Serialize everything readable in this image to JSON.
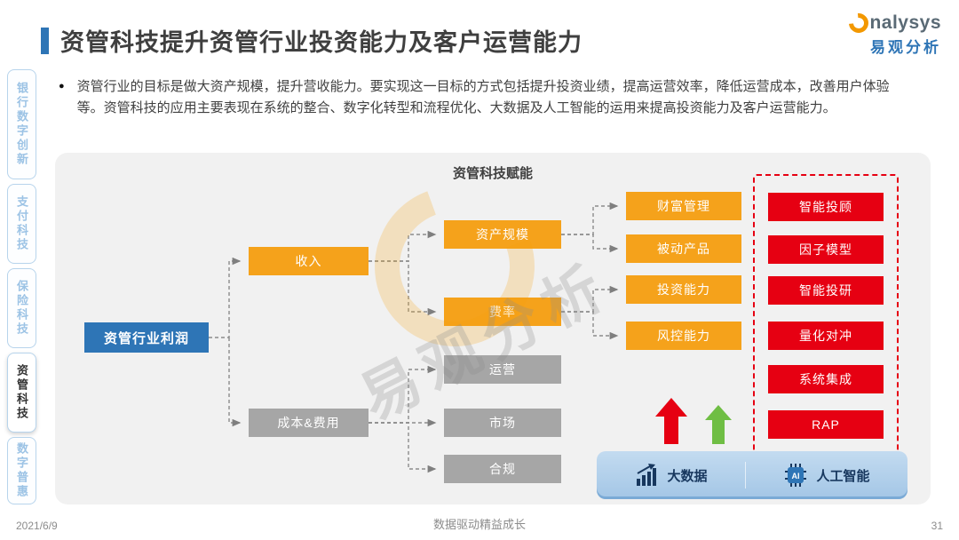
{
  "page": {
    "title": "资管科技提升资管行业投资能力及客户运营能力",
    "bullet_text": "资管行业的目标是做大资产规模，提升营收能力。要实现这一目标的方式包括提升投资业绩，提高运营效率，降低运营成本，改善用户体验等。资管科技的应用主要表现在系统的整合、数字化转型和流程优化、大数据及人工智能的运用来提高投资能力及客户运营能力。"
  },
  "logo": {
    "brand": "nalysys",
    "brand_cn": "易观分析"
  },
  "sidebar": {
    "items": [
      {
        "label": "银行数字创新",
        "active": false
      },
      {
        "label": "支付科技",
        "active": false
      },
      {
        "label": "保险科技",
        "active": false
      },
      {
        "label": "资管科技",
        "active": true
      },
      {
        "label": "数字普惠",
        "active": false
      }
    ]
  },
  "diagram": {
    "title": "资管科技赋能",
    "root": {
      "label": "资管行业利润"
    },
    "income": {
      "label": "收入"
    },
    "cost": {
      "label": "成本&费用"
    },
    "scale": {
      "label": "资产规模"
    },
    "fee": {
      "label": "费率"
    },
    "ops": {
      "label": "运营"
    },
    "market": {
      "label": "市场"
    },
    "compliance": {
      "label": "合规"
    },
    "wealth": {
      "label": "财富管理"
    },
    "passive": {
      "label": "被动产品"
    },
    "invest": {
      "label": "投资能力"
    },
    "risk": {
      "label": "风控能力"
    },
    "tech_items": [
      {
        "label": "智能投顾"
      },
      {
        "label": "因子模型"
      },
      {
        "label": "智能投研"
      },
      {
        "label": "量化对冲"
      },
      {
        "label": "系统集成"
      },
      {
        "label": "RAP"
      }
    ],
    "ai_label": "AI",
    "enablers": [
      {
        "label": "大数据"
      },
      {
        "label": "人工智能"
      }
    ]
  },
  "watermark": {
    "text": "易观分析"
  },
  "footer": {
    "date": "2021/6/9",
    "slogan": "数据驱动精益成长",
    "page": "31"
  },
  "colors": {
    "accent_blue": "#2E75B6",
    "box_orange": "#F5A21B",
    "box_gray": "#A6A6A6",
    "box_red": "#E60012",
    "arrow_green": "#6FBE44",
    "logo_orange": "#F39800",
    "enabler_bar_blue": "#AECDEB"
  }
}
